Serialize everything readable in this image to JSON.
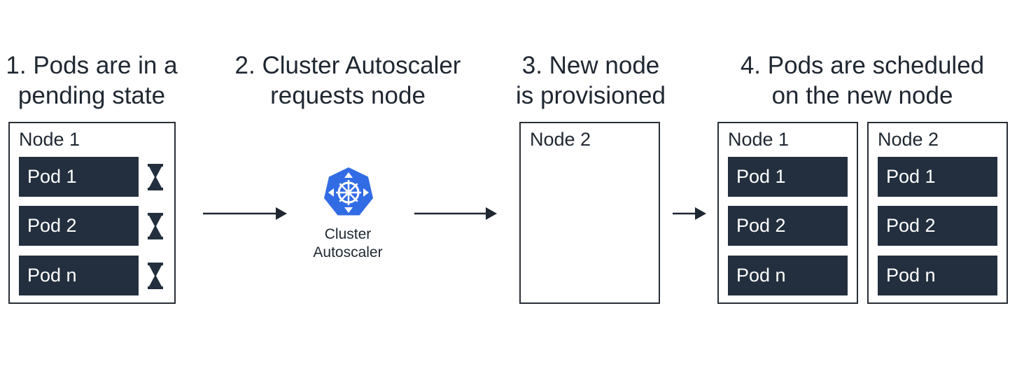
{
  "steps": [
    {
      "title_line1": "1. Pods are in a",
      "title_line2": "pending state"
    },
    {
      "title_line1": "2. Cluster Autoscaler",
      "title_line2": "requests node"
    },
    {
      "title_line1": "3. New node",
      "title_line2": "is provisioned"
    },
    {
      "title_line1": "4. Pods are scheduled",
      "title_line2": "on the new node"
    }
  ],
  "step1_node": {
    "label": "Node 1",
    "pods": [
      "Pod 1",
      "Pod 2",
      "Pod n"
    ],
    "status_icon": "hourglass-icon"
  },
  "autoscaler": {
    "label_line1": "Cluster",
    "label_line2": "Autoscaler",
    "icon": "kubernetes-helm-icon",
    "icon_color": "#326ce5"
  },
  "step3_node": {
    "label": "Node 2"
  },
  "step4_nodes": [
    {
      "label": "Node 1",
      "pods": [
        "Pod 1",
        "Pod 2",
        "Pod n"
      ]
    },
    {
      "label": "Node 2",
      "pods": [
        "Pod 1",
        "Pod 2",
        "Pod n"
      ]
    }
  ],
  "colors": {
    "pod_fill": "#232f3e",
    "pod_text": "#ffffff",
    "border": "#2a2f36"
  }
}
